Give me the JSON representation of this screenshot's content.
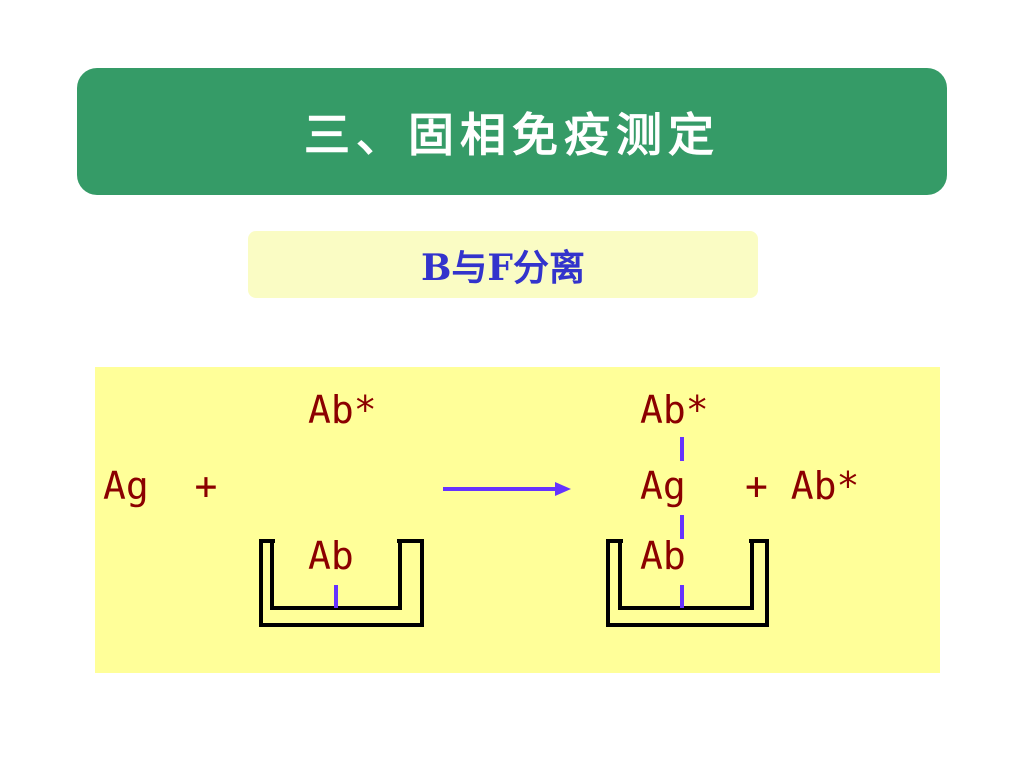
{
  "slide": {
    "title": "三、固相免疫测定",
    "subtitle": "B与F分离"
  },
  "diagram": {
    "left_labels": {
      "ag_plus": "Ag  +",
      "ab_star": "Ab*",
      "ab": "Ab"
    },
    "right_labels": {
      "ab_star": "Ab*",
      "ag": "Ag",
      "plus_ab_star": "+ Ab*",
      "ab": "Ab"
    }
  },
  "colors": {
    "banner": "#359b67",
    "subtitle_bg": "#fafcc4",
    "subtitle_text": "#3333cc",
    "panel_bg": "#ffff99",
    "label_text": "#8b0000",
    "arrow": "#6633ff",
    "bond": "#6633ff",
    "well": "#000000"
  }
}
